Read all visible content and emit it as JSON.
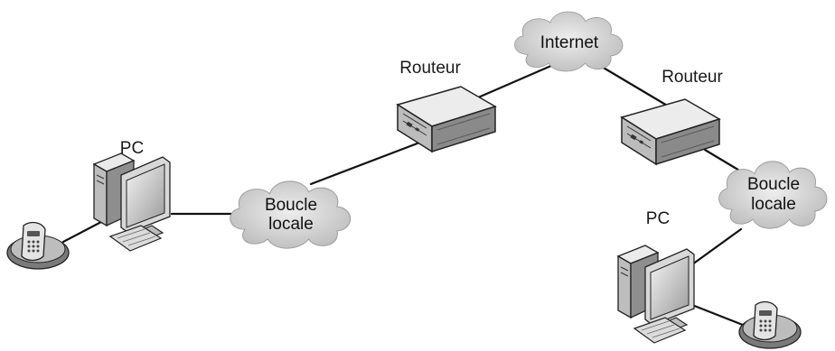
{
  "labels": {
    "internet": "Internet",
    "router_left": "Routeur",
    "router_right": "Routeur",
    "pc_left": "PC",
    "pc_right": "PC",
    "loop_left_line1": "Boucle",
    "loop_left_line2": "locale",
    "loop_right_line1": "Boucle",
    "loop_right_line2": "locale"
  },
  "nodes": [
    {
      "id": "phone-left",
      "kind": "telephone"
    },
    {
      "id": "pc-left",
      "kind": "computer",
      "label": "PC"
    },
    {
      "id": "loop-left",
      "kind": "cloud",
      "label": "Boucle locale"
    },
    {
      "id": "router-left",
      "kind": "router",
      "label": "Routeur"
    },
    {
      "id": "internet",
      "kind": "cloud",
      "label": "Internet"
    },
    {
      "id": "router-right",
      "kind": "router",
      "label": "Routeur"
    },
    {
      "id": "loop-right",
      "kind": "cloud",
      "label": "Boucle locale"
    },
    {
      "id": "pc-right",
      "kind": "computer",
      "label": "PC"
    },
    {
      "id": "phone-right",
      "kind": "telephone"
    }
  ],
  "edges": [
    [
      "phone-left",
      "pc-left"
    ],
    [
      "pc-left",
      "loop-left"
    ],
    [
      "loop-left",
      "router-left"
    ],
    [
      "router-left",
      "internet"
    ],
    [
      "internet",
      "router-right"
    ],
    [
      "router-right",
      "loop-right"
    ],
    [
      "loop-right",
      "pc-right"
    ],
    [
      "pc-right",
      "phone-right"
    ]
  ],
  "colors": {
    "cloud_fill": "#d4d4d4",
    "device_light": "#e6e6e6",
    "device_mid": "#b3b3b3",
    "device_dark": "#6e6e6e",
    "line": "#111111"
  },
  "icons": {
    "computer": "desktop-pc-icon",
    "router": "router-box-icon",
    "cloud": "cloud-icon",
    "telephone": "desk-phone-icon"
  }
}
